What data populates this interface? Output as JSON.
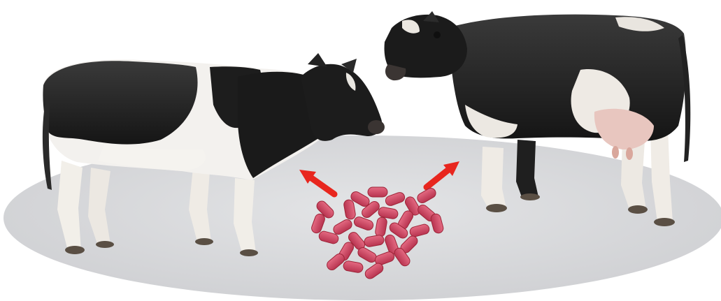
{
  "scene": {
    "background": "#ffffff",
    "ground_color": "#d9dadc",
    "arrow_color": "#e8261e",
    "bacteria_color": "#d94f68",
    "bacteria_dark": "#9e2438",
    "cow_black": "#1f1f1f",
    "cow_white": "#f3f1ee",
    "udder_pink": "#e8c6bf",
    "elements": {
      "left_cow": "cow",
      "right_cow": "cow",
      "bacteria_cluster": "bacteria",
      "arrows": [
        "up-left-arrow",
        "up-right-arrow"
      ]
    }
  }
}
